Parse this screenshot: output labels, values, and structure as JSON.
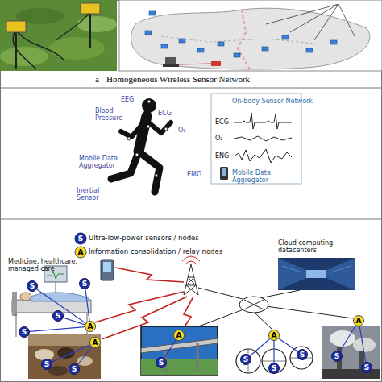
{
  "diagram": {
    "nodes": [
      {
        "text": [
          "S"
        ]
      },
      {
        "text": [
          "S"
        ]
      },
      {
        "text": [
          "S"
        ]
      },
      {
        "text": [
          "S"
        ]
      },
      {
        "text": [
          "A"
        ]
      },
      {
        "text": [
          "A"
        ]
      },
      {
        "text": [
          "S"
        ]
      },
      {
        "text": [
          "S"
        ]
      },
      {
        "text": [
          "A"
        ]
      },
      {
        "text": [
          "S"
        ]
      },
      {
        "text": [
          "A"
        ]
      },
      {
        "text": [
          "S"
        ]
      },
      {
        "text": [
          "S"
        ]
      },
      {
        "text": [
          "S"
        ]
      },
      {
        "text": [
          "A"
        ]
      },
      {
        "text": [
          "S"
        ]
      },
      {
        "text": [
          "S"
        ]
      }
    ],
    "edges": [
      {
        "from": 0,
        "to": 4,
        "arrow": "none"
      },
      {
        "from": 1,
        "to": 4,
        "arrow": "none"
      },
      {
        "from": 2,
        "to": 4,
        "arrow": "none"
      },
      {
        "from": 3,
        "to": 4,
        "arrow": "none"
      },
      {
        "from": 6,
        "to": 5,
        "arrow": "none"
      },
      {
        "from": 7,
        "to": 5,
        "arrow": "none"
      },
      {
        "from": 9,
        "to": 8,
        "arrow": "none"
      },
      {
        "from": 11,
        "to": 10,
        "arrow": "none"
      },
      {
        "from": 12,
        "to": 10,
        "arrow": "none"
      },
      {
        "from": 13,
        "to": 10,
        "arrow": "none"
      },
      {
        "from": 15,
        "to": 14,
        "arrow": "none"
      },
      {
        "from": 16,
        "to": 14,
        "arrow": "none"
      }
    ],
    "labels": [
      "a",
      "Homogeneous Wireless Sensor Network",
      "EEG",
      "Blood Pressure",
      "ECG",
      "O₂",
      "Mobile Data Aggregator",
      "Inertial Sensor",
      "EMG",
      "On-body Sensor Network",
      "ECG",
      "O₂",
      "ENG",
      "Mobile Data Aggregator",
      "S",
      "A",
      "Medicine, healthcare, managed care",
      "Cloud computing, datacenters"
    ],
    "legend": [
      {
        "text": "Ultra-low-power sensors / nodes"
      },
      {
        "text": "Information consolidation / relay nodes"
      }
    ]
  }
}
